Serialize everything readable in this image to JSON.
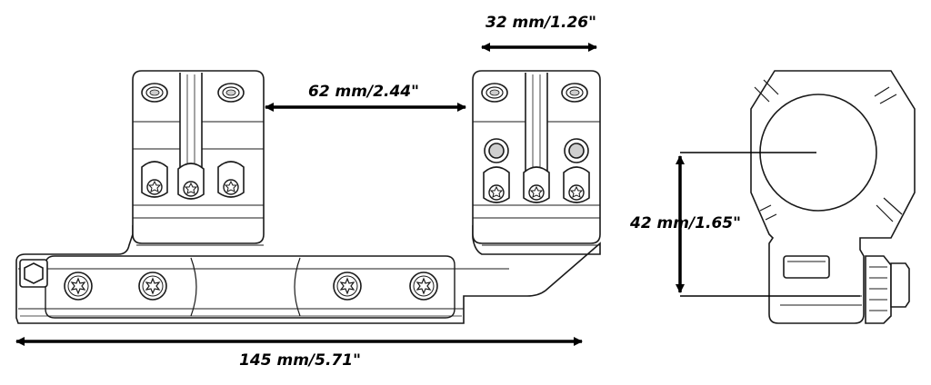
{
  "dimensions": {
    "ring_width": "32 mm/1.26\"",
    "ring_spacing": "62 mm/2.44\"",
    "center_height": "42 mm/1.65\"",
    "base_length": "145 mm/5.71\""
  },
  "colors": {
    "line": "#1a1a1a",
    "shade": "#cfcfcf",
    "arrow": "#000000",
    "background": "#ffffff"
  }
}
